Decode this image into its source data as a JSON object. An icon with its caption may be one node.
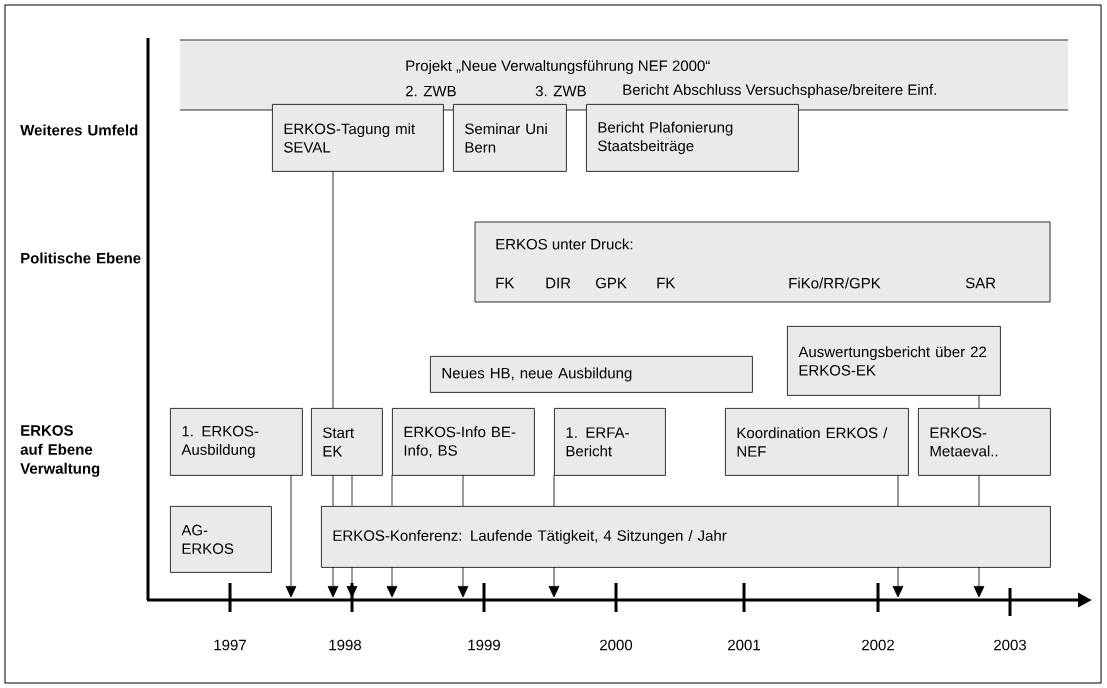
{
  "diagram": {
    "nodes": [
      {
        "text": [
          "Projekt „Neue  Verwaltungsführung NEF 2000“",
          "2. ZWB",
          "3. ZWB",
          "Bericht Abschluss Versuchsphase/breitere Einf."
        ]
      },
      {
        "text": [
          "ERKOS-Tagung mit SEVAL"
        ]
      },
      {
        "text": [
          "Seminar Uni Bern"
        ]
      },
      {
        "text": [
          "Bericht Plafonierung Staatsbeiträge"
        ]
      },
      {
        "text": [
          "ERKOS unter Druck:",
          "FK",
          "DIR",
          "GPK",
          "FK",
          "FiKo/RR/GPK",
          "SAR"
        ]
      },
      {
        "text": [
          "Neues HB, neue Ausbildung"
        ]
      },
      {
        "text": [
          "Auswertungsbericht über 22 ERKOS-EK"
        ]
      },
      {
        "text": [
          "1. ERKOS- Ausbildung"
        ]
      },
      {
        "text": [
          "Start EK"
        ]
      },
      {
        "text": [
          "ERKOS-Info BE-Info, BS"
        ]
      },
      {
        "text": [
          "1. ERFA- Bericht"
        ]
      },
      {
        "text": [
          "Koordination ERKOS / NEF"
        ]
      },
      {
        "text": [
          "ERKOS- Metaeval.."
        ]
      },
      {
        "text": [
          "AG- ERKOS"
        ]
      },
      {
        "text": [
          "ERKOS-Konferenz: Laufende Tätigkeit, 4 Sitzungen / Jahr"
        ]
      }
    ],
    "edges": [
      {
        "from": 1,
        "to": 8,
        "arrow": "none"
      },
      {
        "from": 7,
        "to": null,
        "arrow": "to"
      },
      {
        "from": 8,
        "to": null,
        "arrow": "to"
      },
      {
        "from": 8,
        "to": null,
        "arrow": "to"
      },
      {
        "from": 9,
        "to": null,
        "arrow": "to"
      },
      {
        "from": 9,
        "to": null,
        "arrow": "to"
      },
      {
        "from": 10,
        "to": null,
        "arrow": "to"
      },
      {
        "from": 11,
        "to": null,
        "arrow": "to"
      },
      {
        "from": 6,
        "to": 12,
        "arrow": "none"
      },
      {
        "from": 12,
        "to": null,
        "arrow": "to"
      }
    ],
    "labels": [
      "Weiteres Umfeld",
      "Politische Ebene",
      "ERKOS auf Ebene Verwaltung",
      "1997",
      "1998",
      "1999",
      "2000",
      "2001",
      "2002",
      "2003"
    ]
  }
}
